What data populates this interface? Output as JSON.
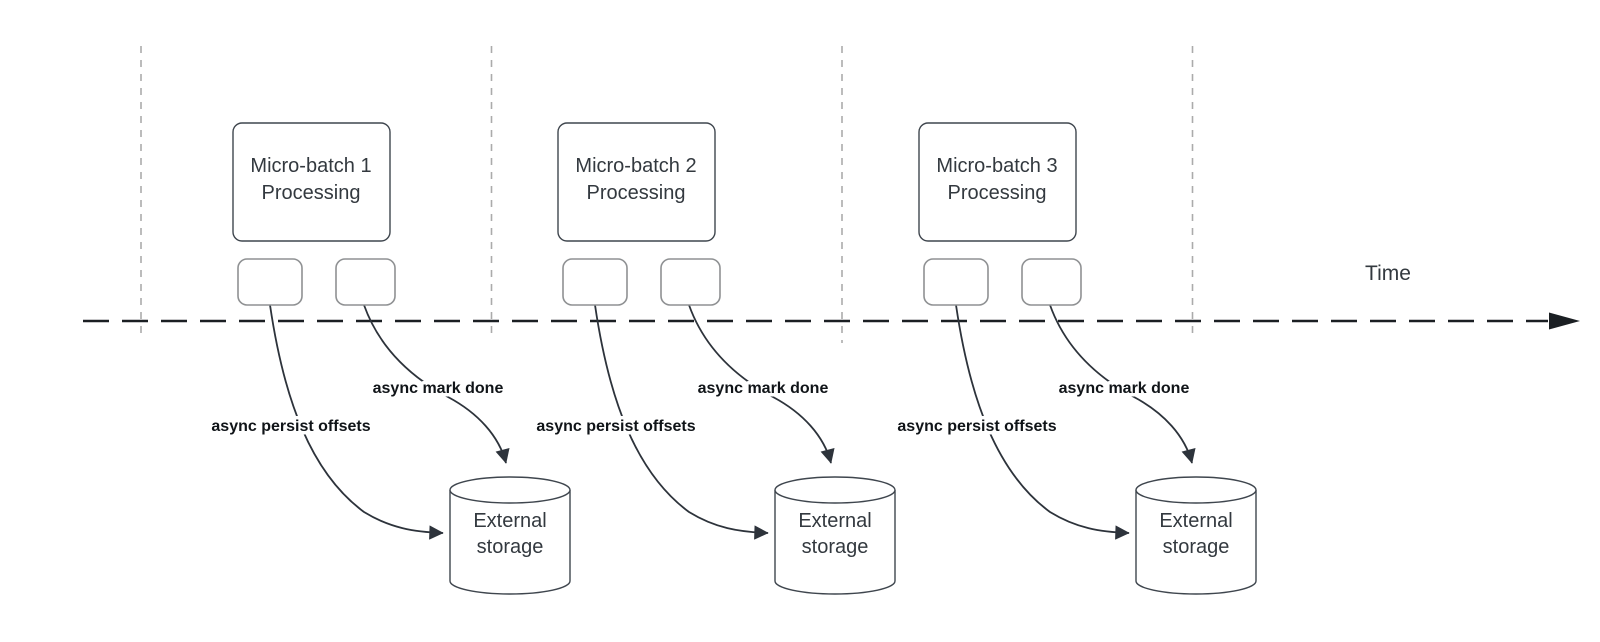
{
  "diagram": {
    "time_axis_label": "Time",
    "groups": [
      {
        "box_line1": "Micro-batch 1",
        "box_line2": "Processing",
        "persist_label": "async persist offsets",
        "mark_done_label": "async mark done",
        "storage_line1": "External",
        "storage_line2": "storage"
      },
      {
        "box_line1": "Micro-batch 2",
        "box_line2": "Processing",
        "persist_label": "async persist offsets",
        "mark_done_label": "async mark done",
        "storage_line1": "External",
        "storage_line2": "storage"
      },
      {
        "box_line1": "Micro-batch 3",
        "box_line2": "Processing",
        "persist_label": "async persist offsets",
        "mark_done_label": "async mark done",
        "storage_line1": "External",
        "storage_line2": "storage"
      }
    ],
    "colors": {
      "shape_stroke": "#3f464e",
      "shape_text": "#33393f",
      "small_rect_stroke": "#8f9193",
      "connector": "#2d333b",
      "edge_label_text": "#101418",
      "guide_dash": "#ababab",
      "timeline": "#1b1f23",
      "background": "#ffffff"
    }
  }
}
